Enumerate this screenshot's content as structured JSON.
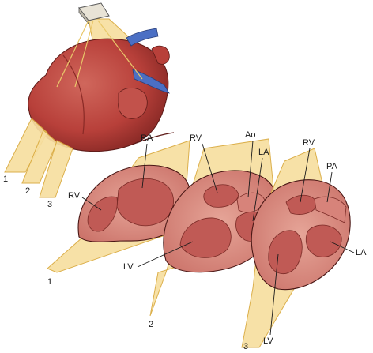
{
  "colors": {
    "heart_surface": "#b8403a",
    "heart_dark": "#8a2a26",
    "section_fill": "#d98a80",
    "chamber_fill": "#c05a55",
    "vessel_blue": "#4b6fc4",
    "plane_fill": "#f7dfa0",
    "plane_stroke": "#d9a93c",
    "transducer": "#e8e3d6"
  },
  "icons": {
    "transducer": "transducer-probe-icon"
  },
  "plane_numbers": {
    "top_1": "1",
    "top_2": "2",
    "top_3": "3",
    "bottom_1": "1",
    "bottom_2": "2",
    "bottom_3": "3"
  },
  "labels": {
    "section1_rv": "RV",
    "section1_ra": "RA",
    "section2_rv": "RV",
    "section2_ao": "Ao",
    "section2_la": "LA",
    "section2_lv": "LV",
    "section3_rv": "RV",
    "section3_pa": "PA",
    "section3_la": "LA",
    "section3_lv": "LV"
  }
}
